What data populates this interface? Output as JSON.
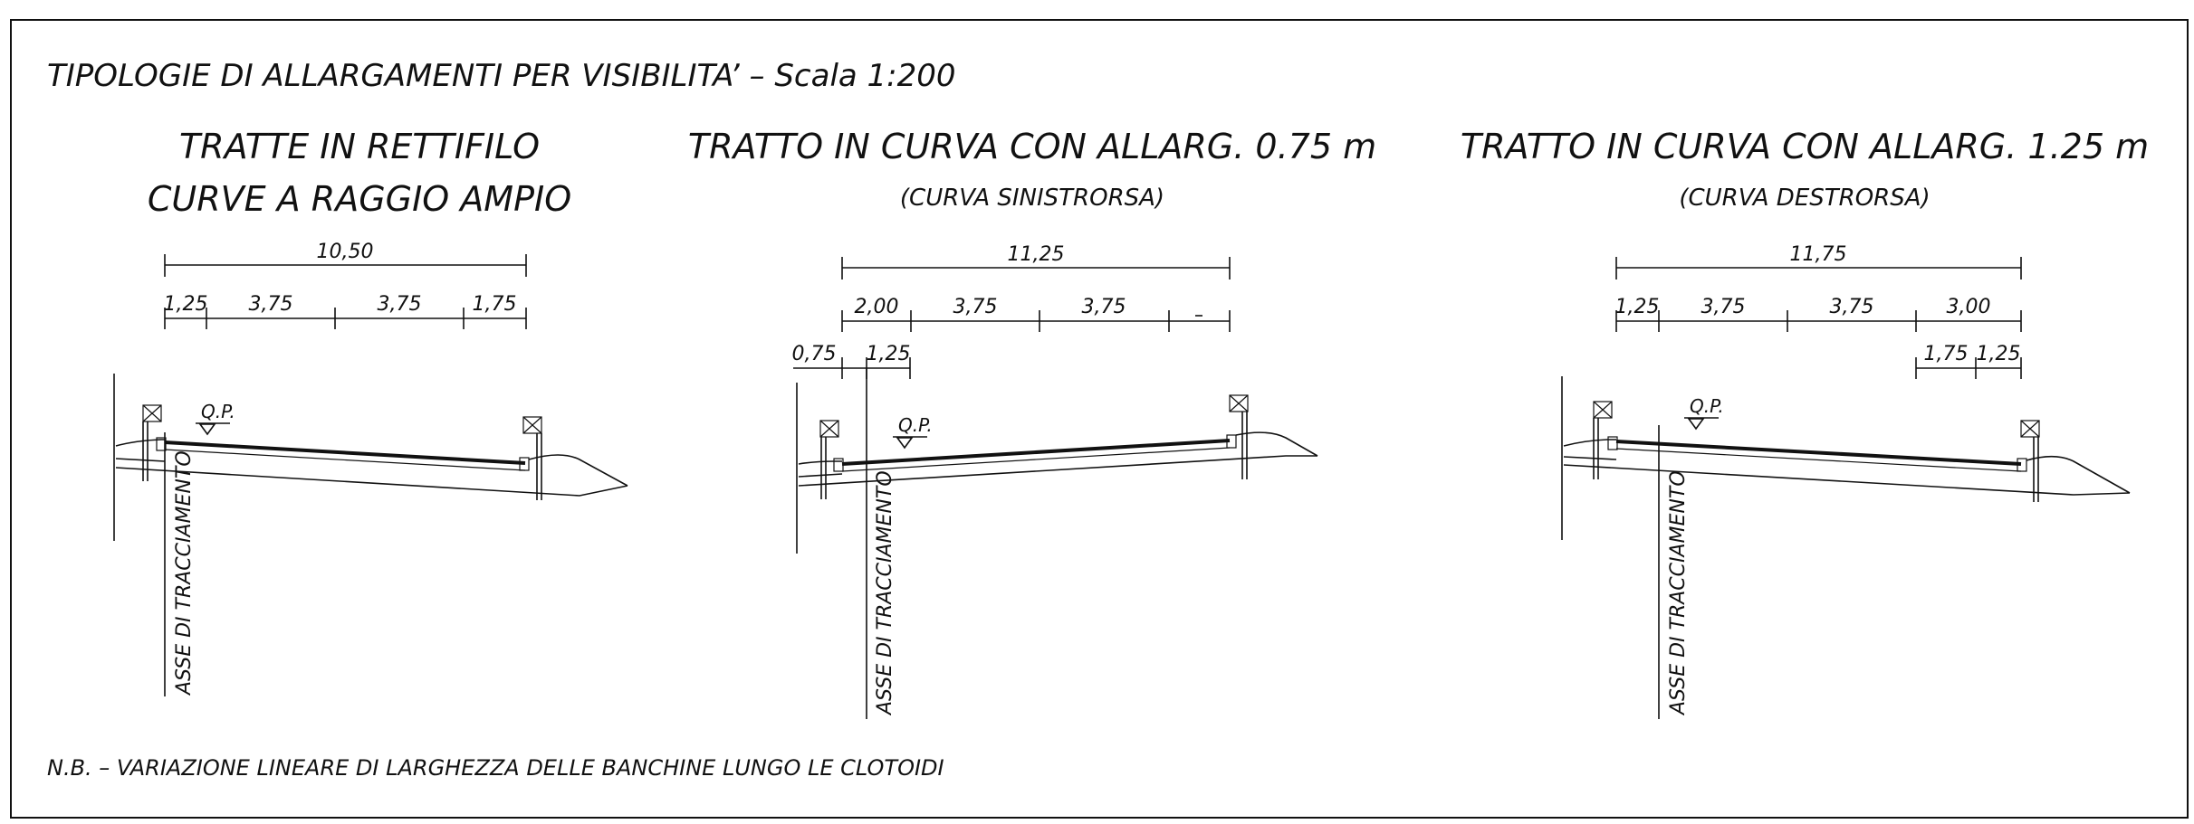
{
  "title": "TIPOLOGIE DI ALLARGAMENTI PER VISIBILITA’ – Scala 1:200",
  "note": "N.B. – VARIAZIONE LINEARE DI LARGHEZZA DELLE BANCHINE LUNGO LE CLOTOIDI",
  "axis_label": "ASSE DI TRACCIAMENTO",
  "qp_label": "Q.P.",
  "sections": [
    {
      "heading": [
        "TRATTE IN RETTIFILO",
        "CURVE A RAGGIO AMPIO"
      ],
      "total": "10,50",
      "parts": [
        "1,25",
        "3,75",
        "3,75",
        "1,75"
      ],
      "extra_left": [],
      "extra_right": []
    },
    {
      "heading": [
        "TRATTO IN CURVA CON ALLARG. 0.75 m",
        "(CURVA SINISTRORSA)"
      ],
      "total": "11,25",
      "parts": [
        "2,00",
        "3,75",
        "3,75",
        ""
      ],
      "extra_left": [
        "0,75",
        "1,25"
      ],
      "extra_right": []
    },
    {
      "heading": [
        "TRATTO IN CURVA CON ALLARG. 1.25 m",
        "(CURVA DESTRORSA)"
      ],
      "total": "11,75",
      "parts": [
        "1,25",
        "3,75",
        "3,75",
        "3,00"
      ],
      "extra_left": [],
      "extra_right": [
        "1,75",
        "1,25"
      ]
    }
  ]
}
